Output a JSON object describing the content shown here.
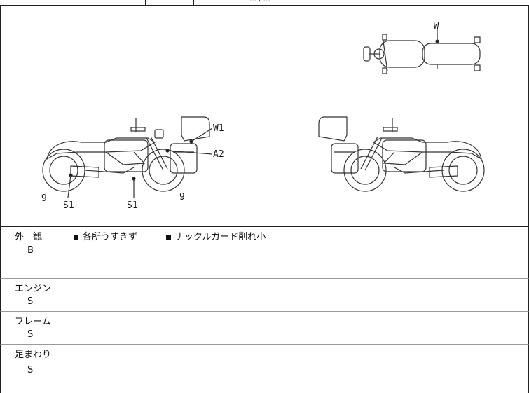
{
  "header": {
    "truncated_text": "… / …"
  },
  "diagram": {
    "labels": {
      "top_view": "W",
      "left_w1": "W1",
      "left_a2": "A2",
      "left_nine_front": "9",
      "left_nine_rear": "9",
      "left_s1_a": "S1",
      "left_s1_b": "S1"
    }
  },
  "sections": {
    "exterior": {
      "title": "外　観",
      "grade": "B",
      "notes": [
        "各所うすきず",
        "ナックルガード削れ小"
      ]
    },
    "engine": {
      "title": "エンジン",
      "grade": "S"
    },
    "frame": {
      "title": "フレーム",
      "grade": "S"
    },
    "suspension": {
      "title": "足まわり",
      "grade": "S"
    }
  }
}
